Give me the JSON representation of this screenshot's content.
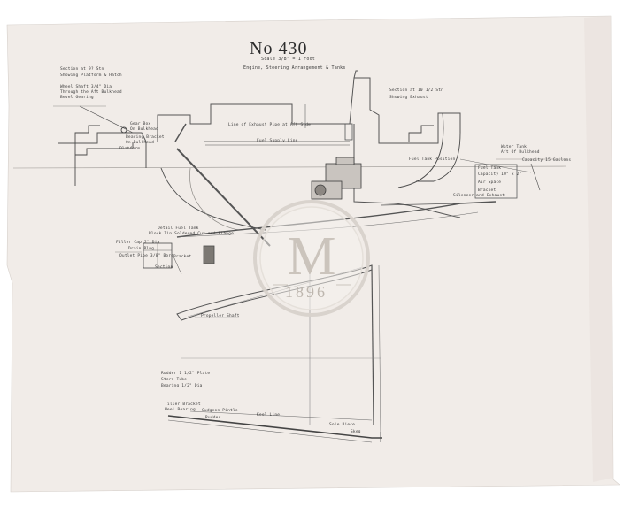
{
  "document": {
    "title": "No 430",
    "scale": "Scale 3/8\" = 1 Foot",
    "subtitle": "Engine, Steering Arrangement & Tanks"
  },
  "labels": {
    "section_left": "Section at 9? Stn",
    "section_left_sub": "Showing Platform & Hatch",
    "note_left_1": "Wheel Shaft 3/4\" Dia",
    "note_left_2": "Through the Aft Bulkhead",
    "note_left_3": "Bevel Gearing",
    "gearbox_1": "Gear Box",
    "gearbox_2": "On Bulkhead",
    "gearbox_3": "Bearing Bracket",
    "gearbox_4": "On Bulkhead",
    "platform": "Platform",
    "pipe_line_1": "Line of Exhaust Pipe at Aft Side",
    "pipe_line_2": "Fuel Supply Line",
    "section_right": "Section at 10 1/2 Stn",
    "section_right_sub": "Showing Exhaust",
    "right_note": "Fuel Tank Position",
    "water_tank": "Water Tank",
    "water_tank_sub": "Aft Of Bulkhead",
    "tank_note": "Capacity 15 Gallons",
    "box_1": "Fuel Tank",
    "box_2": "Capacity 10\" x 2\"",
    "box_3": "Air Space",
    "box_4": "Bracket",
    "silencer": "Silencer and Exhaust",
    "fuel_tank": "Detail Fuel Tank",
    "fuel_tank_sub": "Block Tin Soldered Cut and Flange",
    "detail_1": "Filler Cap 2\" Dia",
    "detail_2": "Drain Plug",
    "detail_3": "Outlet Pipe 3/8\" Bore",
    "detail_4": "Bracket",
    "detail_5": "Section",
    "rudder": "Rudder 1 1/2\" Plate",
    "rudder_sub": "Stern Tube",
    "prop_note": "Propeller Shaft",
    "rudder_lbl": "Rudder",
    "bottom_note_1": "Tiller Bracket",
    "bottom_note_2": "Bearing 1/2\" Dia",
    "heel_1": "Heel Bearing",
    "heel_2": "Gudgeon Pintle",
    "heel_3": "Keel Line",
    "heel_4": "Sole Piece",
    "heel_5": "Skeg"
  },
  "watermark": {
    "monogram": "M",
    "year": "1896"
  }
}
